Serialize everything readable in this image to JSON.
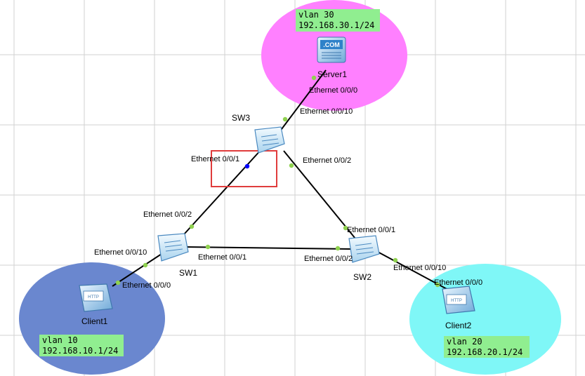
{
  "colors": {
    "server_zone": "#ff80ff",
    "client1_zone": "#6a87cf",
    "client2_zone": "#7ff7f7",
    "label_box": "#90ee90",
    "link": "#000000",
    "port_up": "#8fd14f",
    "port_blocked": "#0000ff",
    "highlight": "#e03c3c",
    "grid": "#cfcfcf"
  },
  "zones": {
    "server": {
      "vlan": "vlan 30",
      "ip": "192.168.30.1/24"
    },
    "client1": {
      "vlan": "vlan 10",
      "ip": "192.168.10.1/24"
    },
    "client2": {
      "vlan": "vlan 20",
      "ip": "192.168.20.1/24"
    }
  },
  "devices": {
    "server1": {
      "label": "Server1",
      "icon": "server-icon",
      "badge": ".COM"
    },
    "sw3": {
      "label": "SW3",
      "icon": "switch-icon"
    },
    "sw1": {
      "label": "SW1",
      "icon": "switch-icon"
    },
    "sw2": {
      "label": "SW2",
      "icon": "switch-icon"
    },
    "client1": {
      "label": "Client1",
      "icon": "client-icon",
      "badge": "HTTP"
    },
    "client2": {
      "label": "Client2",
      "icon": "client-icon",
      "badge": "HTTP"
    }
  },
  "ports": {
    "server1_e000": "Ethernet 0/0/0",
    "sw3_e0010": "Ethernet 0/0/10",
    "sw3_e001": "Ethernet 0/0/1",
    "sw3_e002": "Ethernet 0/0/2",
    "sw1_e002": "Ethernet 0/0/2",
    "sw1_e0010": "Ethernet 0/0/10",
    "sw1_e001": "Ethernet 0/0/1",
    "sw2_e001": "Ethernet 0/0/1",
    "sw2_e002": "Ethernet 0/0/2",
    "sw2_e0010": "Ethernet 0/0/10",
    "client1_e000": "Ethernet 0/0/0",
    "client2_e000": "Ethernet 0/0/0"
  }
}
